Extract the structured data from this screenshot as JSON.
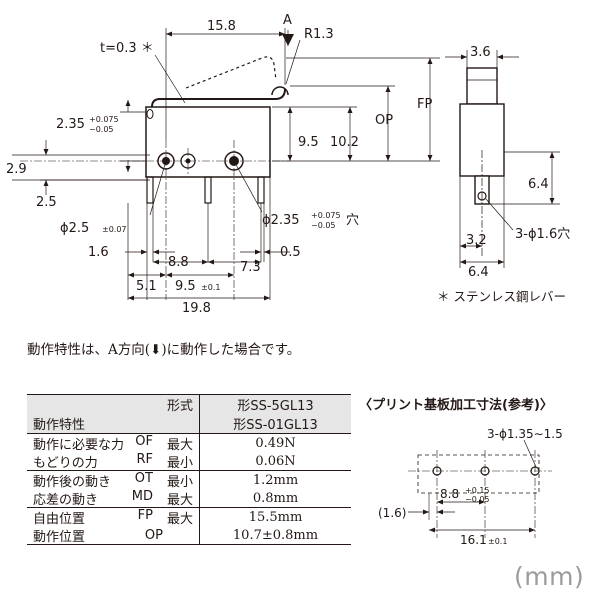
{
  "drawing": {
    "front_view": {
      "top_15_8": "15.8",
      "direction_A": "A",
      "r13": "R1.3",
      "thickness": "t=0.3 ＊",
      "d235_main": "2.35",
      "d235_plus": "+0.075",
      "d235_minus": "−0.05",
      "op": "OP",
      "fp": "FP",
      "d95_right": "9.5",
      "d102": "10.2",
      "d29": "2.9",
      "d25": "2.5",
      "phi25": "ϕ2.5",
      "phi25_tol": "±0.07",
      "phi235_main": "ϕ2.35",
      "phi235_plus": "+0.075",
      "phi235_minus": "−0.05",
      "phi235_hole": "穴",
      "d16": "1.6",
      "d88": "8.8",
      "d73": "7.3",
      "d05": "0.5",
      "d51": "5.1",
      "d95_bottom": "9.5",
      "d95_bottom_tol": "±0.1",
      "d198": "19.8"
    },
    "side_view": {
      "d36": "3.6",
      "d64_right": "6.4",
      "d32": "3.2",
      "d64_bottom": "6.4",
      "holes": "3-ϕ1.6穴"
    },
    "lever_note": "＊ ステンレス鋼レバー"
  },
  "operation_note": "動作特性は、A方向(⬇)に動作した場合です。",
  "spec_table": {
    "header_label": "動作特性",
    "header_form": "形式",
    "model_1": "形SS-5GL13",
    "model_2": "形SS-01GL13",
    "groups": [
      {
        "rows": [
          {
            "name": "動作に必要な力",
            "code": "OF",
            "limit": "最大",
            "value": "0.49N"
          },
          {
            "name": "もどりの力",
            "code": "RF",
            "limit": "最小",
            "value": "0.06N"
          }
        ]
      },
      {
        "rows": [
          {
            "name": "動作後の動き",
            "code": "OT",
            "limit": "最小",
            "value": "1.2mm"
          },
          {
            "name": "応差の動き",
            "code": "MD",
            "limit": "最大",
            "value": "0.8mm"
          }
        ]
      },
      {
        "rows": [
          {
            "name": "自由位置",
            "code": "FP",
            "limit": "最大",
            "value": "15.5mm"
          },
          {
            "name": "動作位置",
            "code": "OP",
            "limit": "",
            "value": "10.7±0.8mm"
          }
        ]
      }
    ]
  },
  "pcb": {
    "title": "〈プリント基板加工寸法(参考)〉",
    "holes": "3-ϕ1.35∼1.5",
    "pitch_main": "8.8",
    "pitch_plus": "+0.15",
    "pitch_minus": "−0.05",
    "offset": "(1.6)",
    "span": "16.1",
    "span_tol": "±0.1"
  },
  "unit": "(mm)"
}
